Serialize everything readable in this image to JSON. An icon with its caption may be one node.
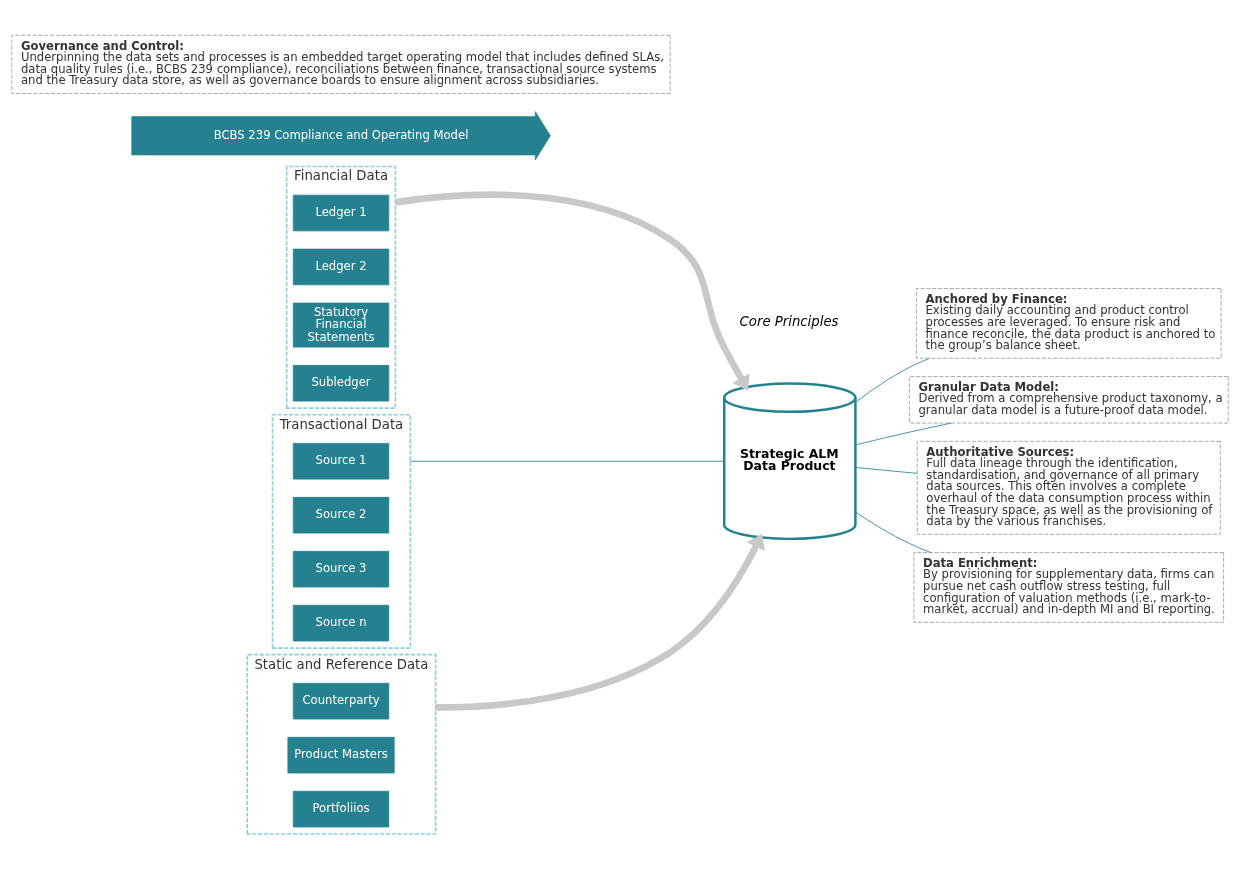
{
  "diagram": {
    "nodes": [
      {
        "text": [
          "Financial Data"
        ]
      },
      {
        "text": [
          "Ledger 1"
        ],
        "in": 0
      },
      {
        "text": [
          "Ledger 2"
        ],
        "in": 0
      },
      {
        "text": [
          "Statutory Financial Statements"
        ],
        "in": 0
      },
      {
        "text": [
          "Subledger"
        ],
        "in": 0
      },
      {
        "text": [
          "Transactional Data"
        ]
      },
      {
        "text": [
          "Source 1"
        ],
        "in": 5
      },
      {
        "text": [
          "Source 2"
        ],
        "in": 5
      },
      {
        "text": [
          "Source 3"
        ],
        "in": 5
      },
      {
        "text": [
          "Source n"
        ],
        "in": 5
      },
      {
        "text": [
          "Static and Reference Data"
        ]
      },
      {
        "text": [
          "Counterparty"
        ],
        "in": 10
      },
      {
        "text": [
          "Product Masters"
        ],
        "in": 10
      },
      {
        "text": [
          "Portfoliios"
        ],
        "in": 10
      },
      {
        "text": [
          "Strategic ALM Data Product"
        ]
      },
      {
        "text": [
          "Anchored by Finance:",
          "Existing daily accounting and product control processes are leveraged. To ensure risk and finance reconcile, the data product is anchored to the group’s balance sheet."
        ]
      },
      {
        "text": [
          "Granular Data Model:",
          "Derived from a comprehensive product taxonomy, a granular data model is a future-proof data model."
        ]
      },
      {
        "text": [
          "Authoritative Sources:",
          "Full data lineage through the identification, standardisation, and governance of all primary data sources. This often involves a complete overhaul of the data consumption process within the Treasury space, as well as the provisioning of data by the various franchises."
        ]
      },
      {
        "text": [
          "Data Enrichment:",
          "By provisioning for supplementary data, firms can pursue net cash outflow stress testing, full configuration of valuation methods (i.e., mark-to-market, accrual) and in-depth MI and BI reporting."
        ]
      },
      {
        "text": [
          "BCBS 239 Compliance and Operating Model"
        ]
      },
      {
        "text": [
          "Governance and Control:",
          "Underpinning the data sets and processes is an embedded target operating model that includes defined SLAs, data quality rules (i.e., BCBS 239 compliance), reconciliations between finance, transactional source systems and the Treasury data store, as well as governance boards to ensure alignment across subsidiaries."
        ]
      }
    ],
    "edges": [
      {
        "from": 0,
        "to": 14,
        "arrow": "to",
        "style": "thick",
        "color": "#c8c8c8"
      },
      {
        "from": 5,
        "to": 14,
        "arrow": "none"
      },
      {
        "from": 10,
        "to": 14,
        "arrow": "to",
        "style": "thick",
        "color": "#c8c8c8"
      },
      {
        "from": 14,
        "to": 15,
        "arrow": "none"
      },
      {
        "from": 14,
        "to": 16,
        "arrow": "none"
      },
      {
        "from": 14,
        "to": 17,
        "arrow": "none"
      },
      {
        "from": 14,
        "to": 18,
        "arrow": "none"
      }
    ],
    "labels": [
      "Core Principles"
    ]
  }
}
